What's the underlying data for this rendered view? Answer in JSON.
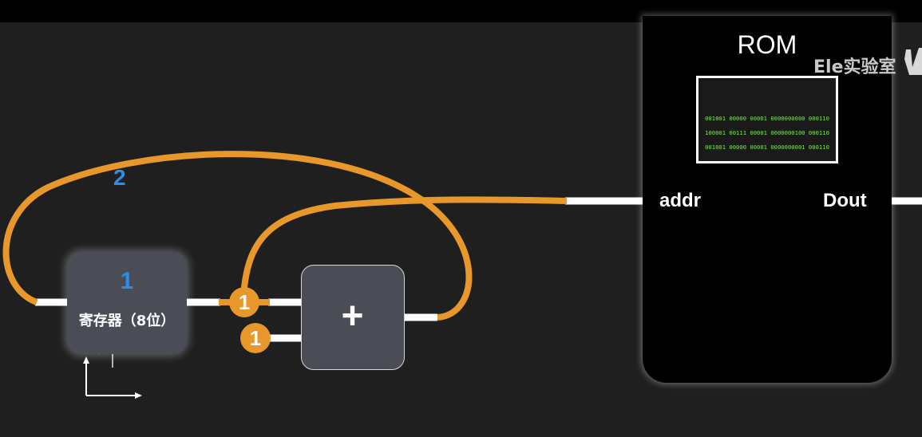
{
  "register": {
    "value": "1",
    "label": "寄存器（8位）"
  },
  "adder": {
    "symbol": "+"
  },
  "rom": {
    "title": "ROM",
    "lines": [
      "001001 00000 00001 0000000000 000110",
      "100001 00111 00001 0000000100 000110",
      "001001 00000 00001 0000000001 000110"
    ],
    "addr_label": "addr",
    "dout_label": "Dout"
  },
  "wires": {
    "feedback_value": "2",
    "pc_value": "1",
    "const_value": "1"
  },
  "watermark": "Ele实验室",
  "colors": {
    "wire": "#e8972a",
    "value": "#2a8de8",
    "background": "#1f1f1f"
  }
}
